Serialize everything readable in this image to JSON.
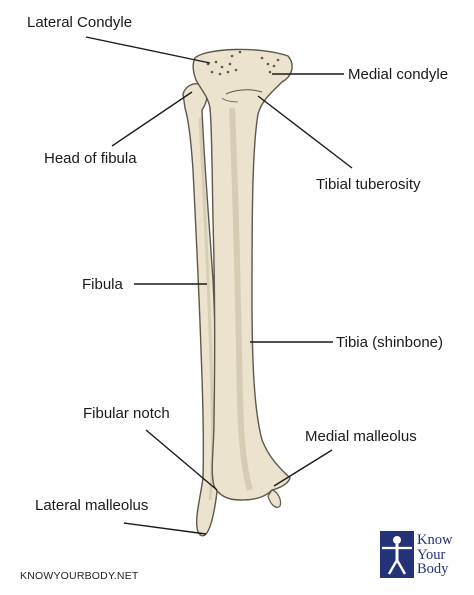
{
  "labels": {
    "lateral_condyle": "Lateral Condyle",
    "medial_condyle": "Medial condyle",
    "head_of_fibula": "Head of fibula",
    "tibial_tuberosity": "Tibial tuberosity",
    "fibula": "Fibula",
    "tibia": "Tibia (shinbone)",
    "fibular_notch": "Fibular notch",
    "medial_malleolus": "Medial malleolus",
    "lateral_malleolus": "Lateral malleolus"
  },
  "footer": {
    "website": "KNOWYOURBODY.NET"
  },
  "brand": {
    "line1": "Know",
    "line2": "Your",
    "line3": "Body"
  },
  "colors": {
    "bone_fill": "#ece3cf",
    "bone_outline": "#5e574a",
    "bone_shadow": "#cfc4ab",
    "leader_line": "#1a1a1a",
    "brand": "#24327a"
  }
}
